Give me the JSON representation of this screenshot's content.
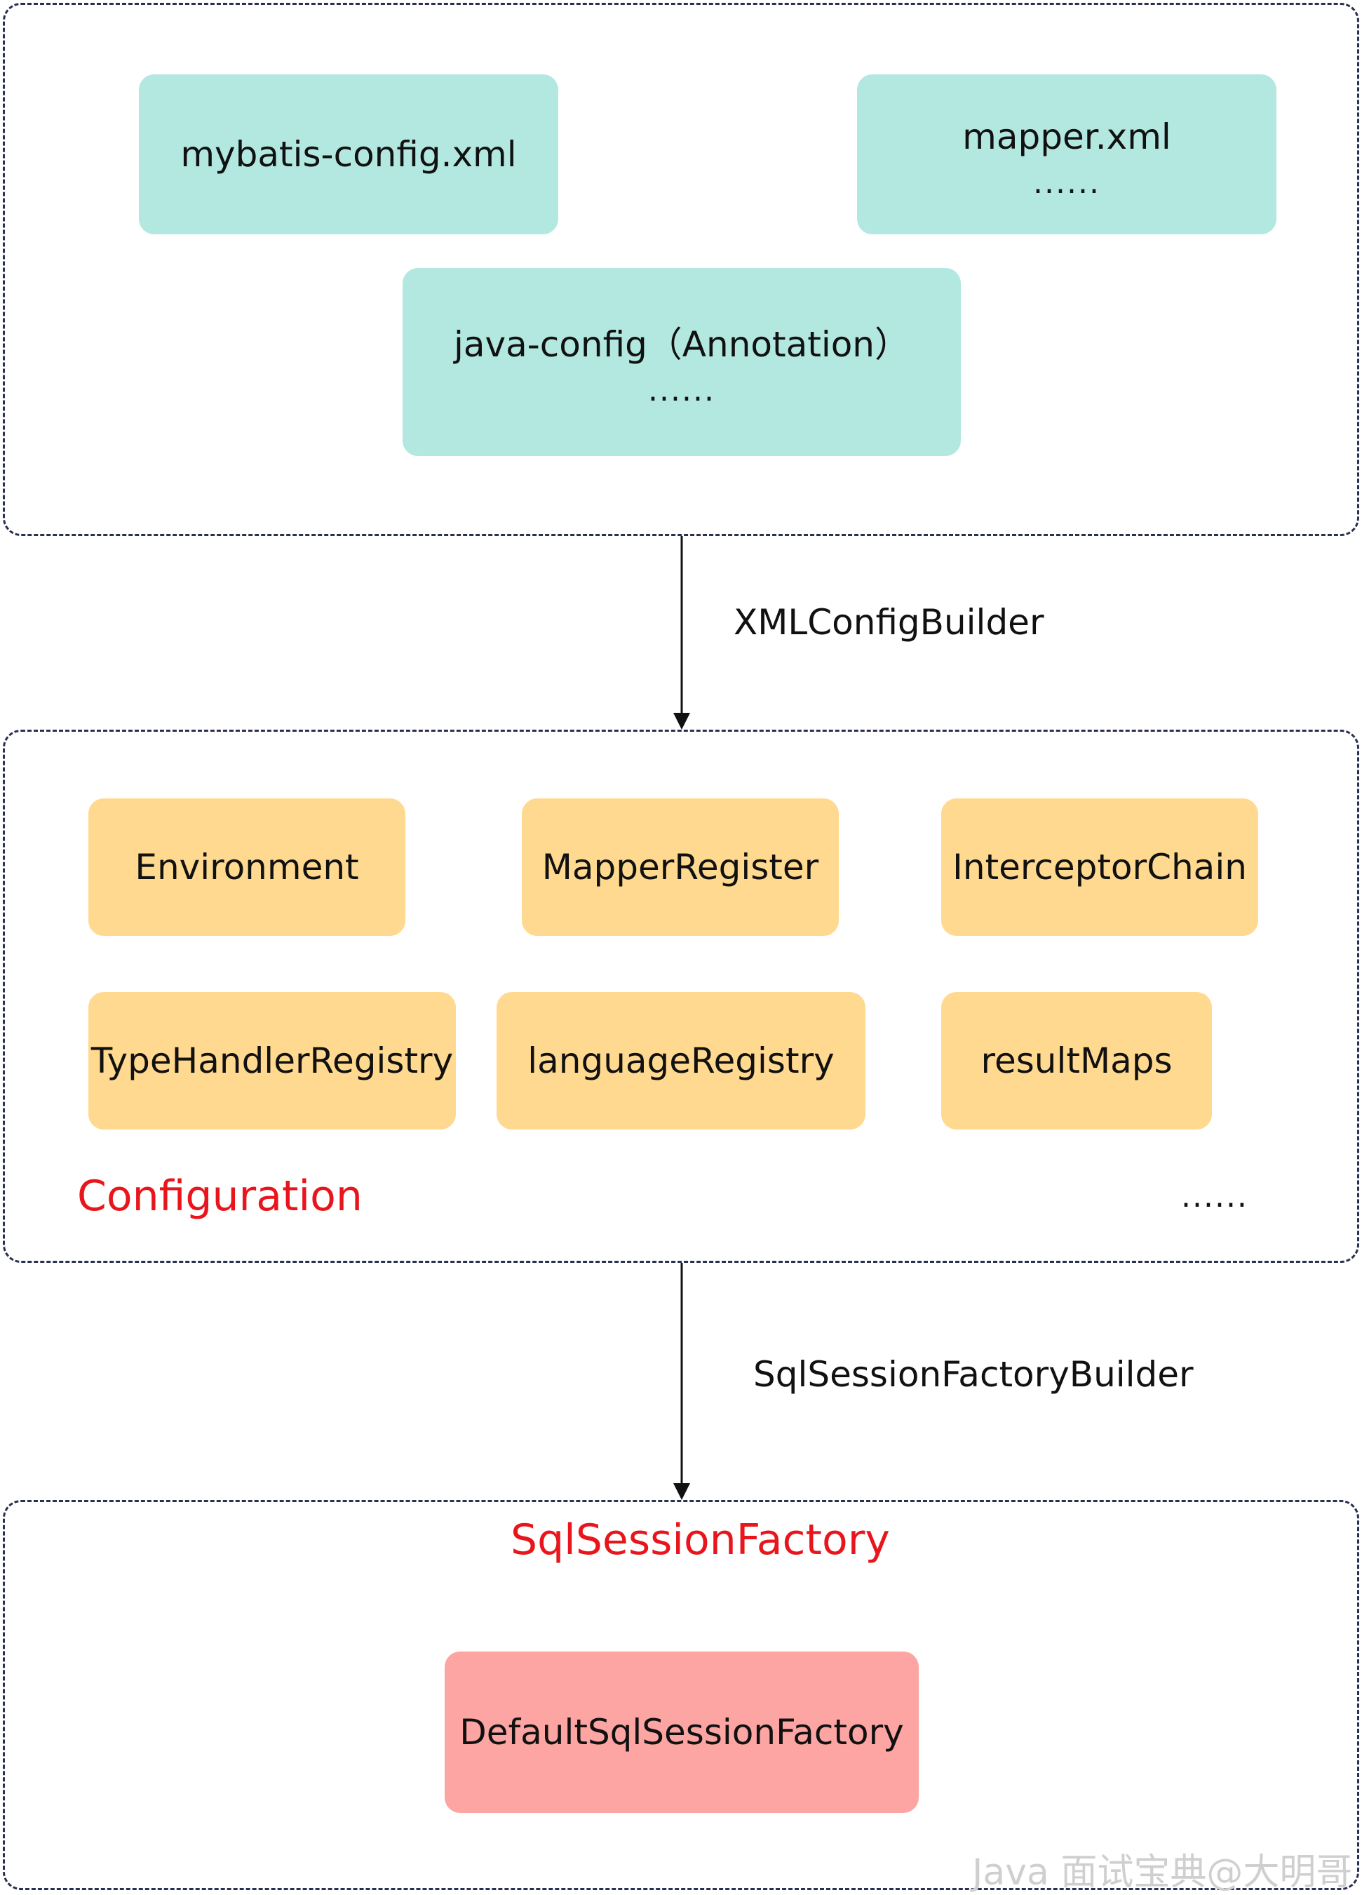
{
  "sources": {
    "mybatis_config": "mybatis-config.xml",
    "mapper_xml": "mapper.xml",
    "mapper_xml_more": "......",
    "java_config": "java-config（Annotation）",
    "java_config_more": "......"
  },
  "edges": {
    "xml_builder": "XMLConfigBuilder",
    "factory_builder": "SqlSessionFactoryBuilder"
  },
  "configuration": {
    "title": "Configuration",
    "more": "......",
    "items": [
      "Environment",
      "MapperRegister",
      "InterceptorChain",
      "TypeHandlerRegistry",
      "languageRegistry",
      "resultMaps"
    ]
  },
  "factory": {
    "title": "SqlSessionFactory",
    "impl": "DefaultSqlSessionFactory"
  },
  "watermark": "Java 面试宝典@大明哥",
  "colors": {
    "source_fill": "#b2e8e0",
    "config_fill": "#ffd98f",
    "factory_fill": "#fca5a3",
    "title_red": "#e8161c",
    "border": "#2a3050"
  }
}
